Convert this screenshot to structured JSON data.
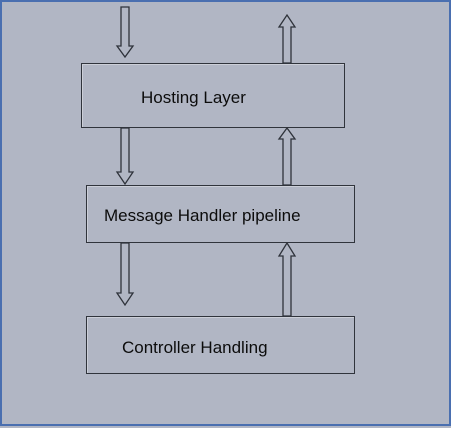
{
  "diagram": {
    "layers": [
      {
        "label": "Hosting Layer"
      },
      {
        "label": "Message Handler pipeline"
      },
      {
        "label": "Controller Handling"
      }
    ],
    "flow": [
      "request-down",
      "response-up"
    ]
  }
}
